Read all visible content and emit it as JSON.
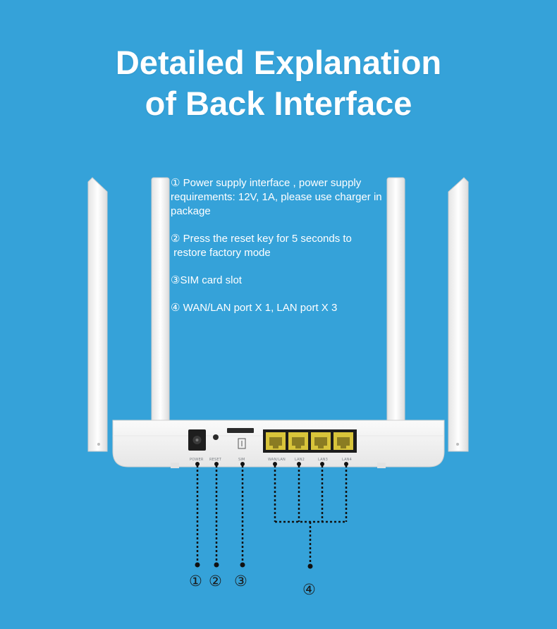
{
  "title": {
    "line1": "Detailed Explanation",
    "line2": "of Back Interface"
  },
  "notes": [
    "① Power supply interface , power supply requirements: 12V, 1A, please use charger in package",
    "② Press the reset key for 5 seconds to\n restore factory mode",
    "③SIM card slot",
    "④ WAN/LAN port X 1, LAN port X 3"
  ],
  "port_labels": {
    "power": "POWER",
    "reset": "RESET",
    "sim": "SIM",
    "wanlan": "WAN/LAN",
    "lan2": "LAN2",
    "lan3": "LAN3",
    "lan4": "LAN4"
  },
  "callouts": {
    "one": "①",
    "two": "②",
    "three": "③",
    "four": "④"
  },
  "colors": {
    "background": "#35a2d9",
    "device": "#f2f2f2",
    "port_yellow": "#d8c43a",
    "callout_line": "#111111"
  }
}
